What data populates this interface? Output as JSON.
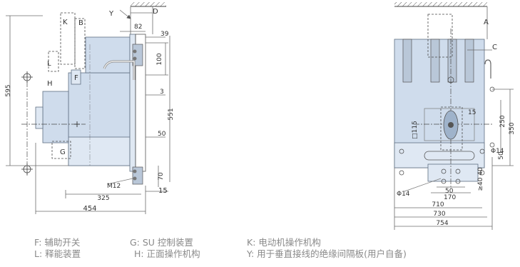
{
  "labels": {
    "Y": "Y",
    "D": "D",
    "K": "K",
    "B": "B",
    "L": "L",
    "H": "H",
    "F": "F",
    "G": "G",
    "A": "A",
    "C": "C"
  },
  "dims": {
    "d82": "82",
    "d39": "39",
    "d100": "100",
    "d3": "3",
    "d551": "551",
    "d50": "50",
    "d70": "70",
    "d15": "15",
    "M12": "M12",
    "d325": "325",
    "d454": "454",
    "d595": "595",
    "d15r": "15",
    "d115": "□115",
    "d250": "250",
    "d350": "350",
    "phi14a": "Φ14",
    "d50r": "50",
    "d40": "40",
    "d40b": "≥40",
    "phi14b": "Φ14",
    "d50b": "50",
    "d170": "170",
    "d710": "710",
    "d730": "730",
    "d754": "754"
  },
  "legend": {
    "f": "F: 辅助开关",
    "l": "L: 释能装置",
    "g": "G: SU 控制装置",
    "h": "H: 正面操作机构",
    "k": "K: 电动机操作机构",
    "y": "Y: 用于垂直接线的绝缘间隔板(用户自备)"
  },
  "colors": {
    "body_fill": "#cfdcec",
    "line": "#5f6f82",
    "legend_text": "#8a8a8a"
  }
}
